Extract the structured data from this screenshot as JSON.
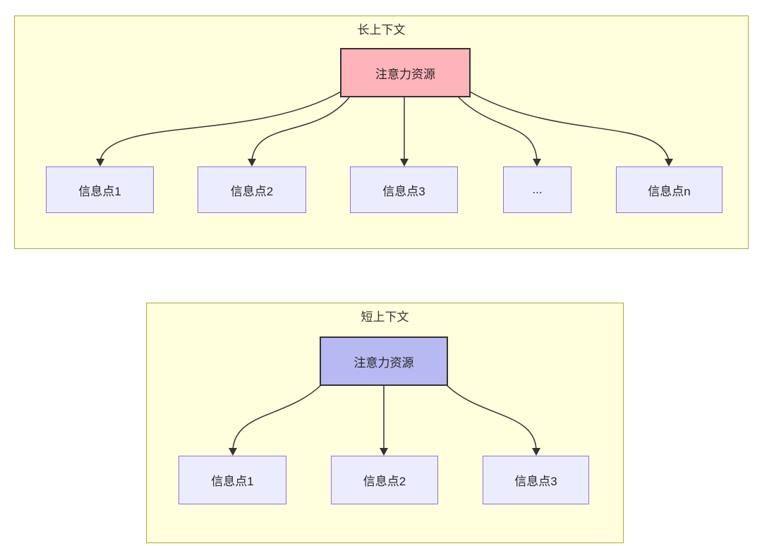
{
  "diagram": {
    "type": "flowchart",
    "description": "Two subgraphs comparing attention resource allocation over long vs short context"
  },
  "colors": {
    "panel_fill": "#ffffde",
    "panel_border": "#aaaa33",
    "node_fill": "#ececff",
    "node_border": "#9370db",
    "root_long_fill": "#ffb3ba",
    "root_short_fill": "#b8b8f2",
    "root_border": "#333333",
    "edge": "#333333",
    "text": "#333333",
    "page_background": "#ffffff"
  },
  "long_context": {
    "title": "长上下文",
    "root_label": "注意力资源",
    "children": [
      {
        "label": "信息点1"
      },
      {
        "label": "信息点2"
      },
      {
        "label": "信息点3"
      },
      {
        "label": "..."
      },
      {
        "label": "信息点n"
      }
    ]
  },
  "short_context": {
    "title": "短上下文",
    "root_label": "注意力资源",
    "children": [
      {
        "label": "信息点1"
      },
      {
        "label": "信息点2"
      },
      {
        "label": "信息点3"
      }
    ]
  }
}
